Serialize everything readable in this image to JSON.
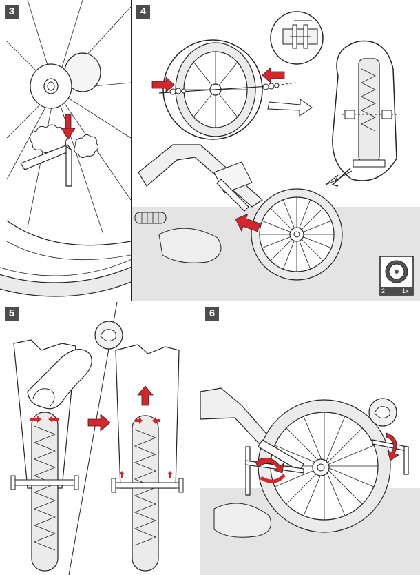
{
  "steps": [
    {
      "number": "3"
    },
    {
      "number": "4"
    },
    {
      "number": "5"
    },
    {
      "number": "6"
    }
  ],
  "part_box": {
    "quantity": "1x",
    "part_number": "2"
  },
  "colors": {
    "accent_red": "#d7262b",
    "line": "#222222",
    "ground": "#e4e4e4",
    "badge": "#4d4d4d"
  },
  "icons": [
    "hex-key-icon",
    "hand-icon",
    "cloth-icon",
    "arrow-icon",
    "wheel-icon",
    "strength-icon"
  ]
}
